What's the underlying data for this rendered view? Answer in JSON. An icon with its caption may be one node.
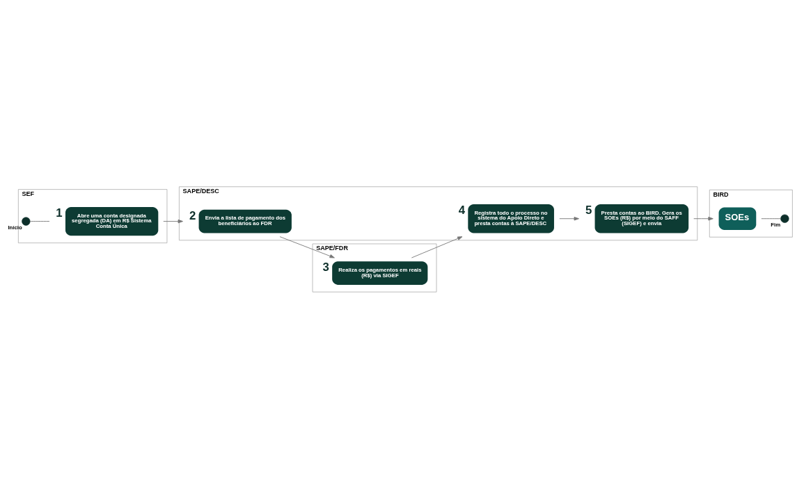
{
  "diagram": {
    "nodes": [
      {
        "text": [
          "SEF"
        ]
      },
      {
        "text": [],
        "shape": "circle",
        "beside": [
          "Início"
        ],
        "in": 0
      },
      {
        "text": [
          "1",
          "Abre uma conta designada segregada (DA) em R$ Sistema Conta Única"
        ],
        "in": 0
      },
      {
        "text": [
          "SAPE/DESC"
        ]
      },
      {
        "text": [
          "2",
          "Envia a lista de pagamento dos beneficiários ao FDR"
        ],
        "in": 3
      },
      {
        "text": [
          "4",
          "Registra todo o processo no sistema do Apoio Direto e presta contas à SAPE/DESC"
        ],
        "in": 3
      },
      {
        "text": [
          "5",
          "Presta contas ao BIRD. Gera os SOEs (R$) por meio do SAFF (SIGEF) e envia"
        ],
        "in": 3
      },
      {
        "text": [
          "SAPE/FDR"
        ]
      },
      {
        "text": [
          "3",
          "Realiza os pagamentos em reais (R$) via SIGEF"
        ],
        "in": 7
      },
      {
        "text": [
          "BIRD"
        ]
      },
      {
        "text": [
          "SOEs"
        ],
        "in": 9
      },
      {
        "text": [],
        "shape": "circle",
        "beside": [
          "Fim"
        ],
        "in": 9
      }
    ],
    "edges": [
      {
        "from": 1,
        "to": 2,
        "arrow": "none"
      },
      {
        "from": 2,
        "to": 4,
        "arrow": "to"
      },
      {
        "from": 4,
        "to": 8,
        "arrow": "to"
      },
      {
        "from": 8,
        "to": 5,
        "arrow": "to"
      },
      {
        "from": 5,
        "to": 6,
        "arrow": "to"
      },
      {
        "from": 6,
        "to": 10,
        "arrow": "to"
      },
      {
        "from": 10,
        "to": 11,
        "arrow": "none"
      }
    ]
  }
}
